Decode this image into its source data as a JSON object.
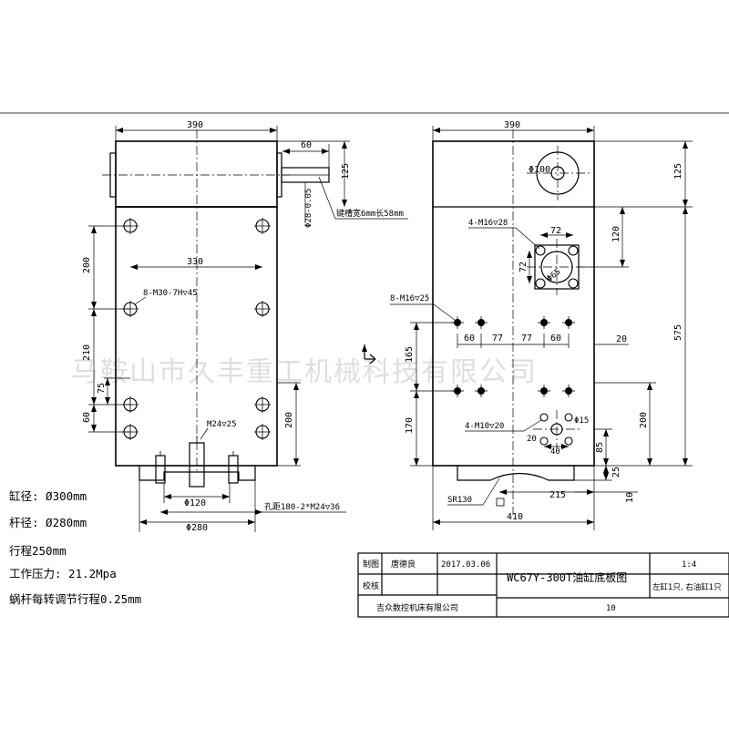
{
  "left_view": {
    "width_top": "390",
    "offset_60": "60",
    "dim_125": "125",
    "shaft_dia": "Φ28-0.05",
    "key_note": "键槽宽6mm长58mm",
    "dim_330": "330",
    "dim_200_a": "200",
    "dim_210": "210",
    "dim_75": "75",
    "dim_60": "60",
    "dim_200_b": "200",
    "holes_note": "8-M30-7H▽45",
    "bolt_note": "M24▽25",
    "dia_120": "Φ120",
    "dia_280": "Φ280",
    "hole_spacing": "孔距180-2*M24▽36"
  },
  "right_view": {
    "width_top": "390",
    "dia_100": "Φ100",
    "dim_125": "125",
    "flange_holes": "4-M16▽28",
    "dim_72_h": "72",
    "dim_72_v": "72",
    "dia_65": "Φ65",
    "dim_120": "120",
    "dim_575": "575",
    "holes_8": "8-M16▽25",
    "spacing": [
      "60",
      "77",
      "77",
      "60"
    ],
    "dim_20": "20",
    "dim_165": "165",
    "dim_170": "170",
    "dim_200": "200",
    "holes_4": "4-M10▽20",
    "dia_15": "Φ15",
    "dim_20_b": "20",
    "dim_40": "40",
    "dim_85": "85",
    "dim_25": "25",
    "dim_10": "10",
    "sr": "SR130",
    "dim_215": "215",
    "dim_410": "410"
  },
  "specs": {
    "bore": "缸径: Ø300mm",
    "rod": "杆径: Ø280mm",
    "stroke": "行程250mm",
    "pressure": "工作压力: 21.2Mpa",
    "adjust": "蜗杆每转调节行程0.25mm"
  },
  "title_block": {
    "drawn_label": "制图",
    "drawn_by": "唐德良",
    "date": "2017.03.06",
    "title": "WC67Y-300T油缸底板图",
    "scale": "1:4",
    "checked_label": "校核",
    "note": "左缸1只, 右油缸1只",
    "company": "吉众数控机床有限公司",
    "sheet": "10"
  },
  "watermark": "马鞍山市久丰重工机械科技有限公司"
}
